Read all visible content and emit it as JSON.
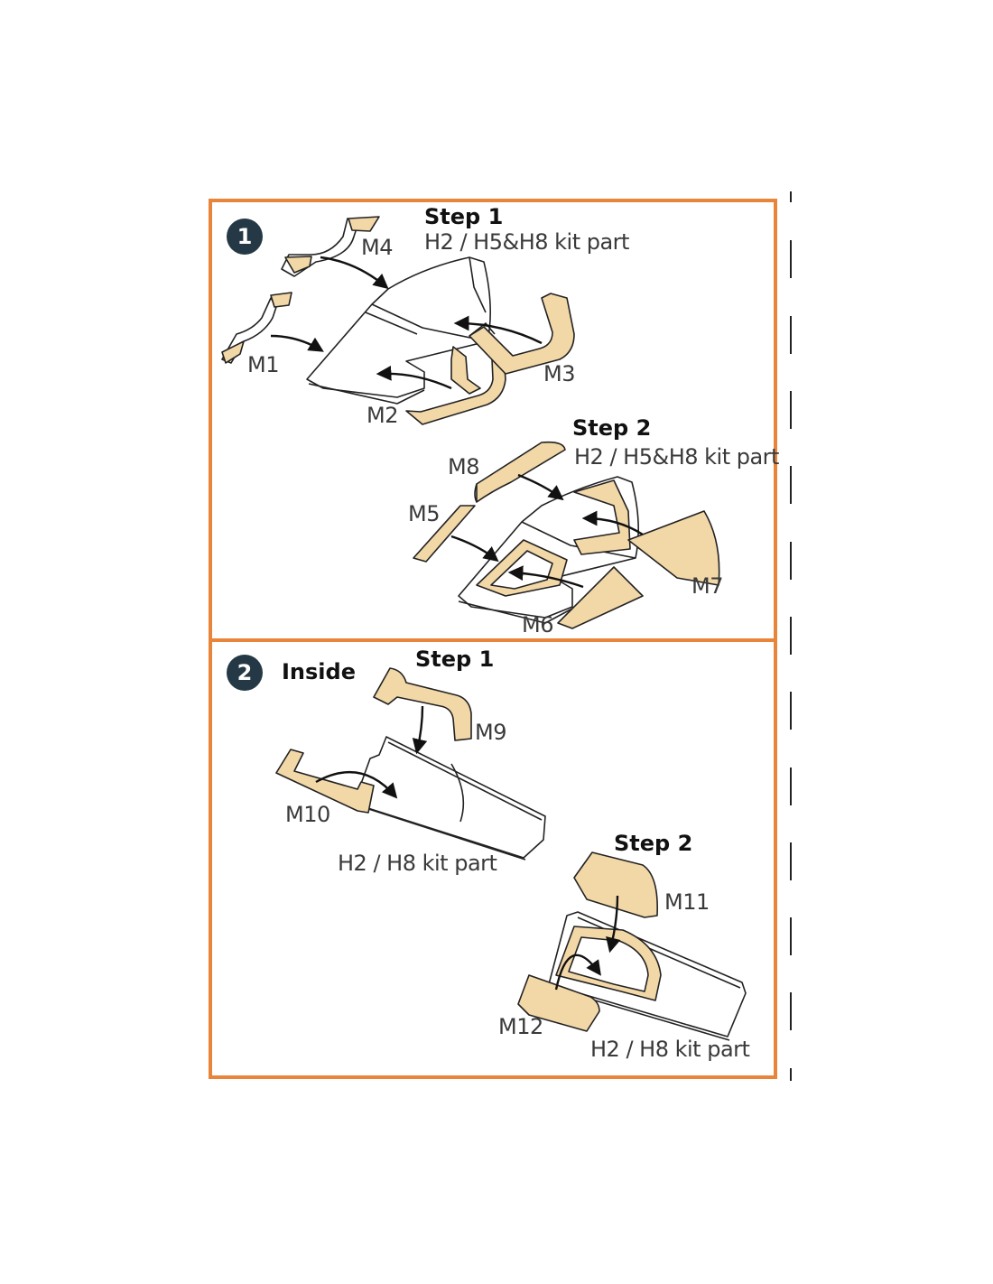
{
  "section1": {
    "badge": "1",
    "step1": {
      "title": "Step 1",
      "kit_part": "H2 / H5&H8 kit part"
    },
    "step2": {
      "title": "Step 2",
      "kit_part": "H2 / H5&H8 kit part"
    },
    "masks": {
      "m1": "M1",
      "m2": "M2",
      "m3": "M3",
      "m4": "M4",
      "m5": "M5",
      "m6": "M6",
      "m7": "M7",
      "m8": "M8"
    }
  },
  "section2": {
    "badge": "2",
    "heading": "Inside",
    "step1": {
      "title": "Step 1",
      "kit_part": "H2 / H8 kit part"
    },
    "step2": {
      "title": "Step 2",
      "kit_part": "H2 / H8 kit part"
    },
    "masks": {
      "m9": "M9",
      "m10": "M10",
      "m11": "M11",
      "m12": "M12"
    }
  },
  "colors": {
    "frame": "#e9853a",
    "mask": "#f2d7a7",
    "badge": "#243845"
  }
}
